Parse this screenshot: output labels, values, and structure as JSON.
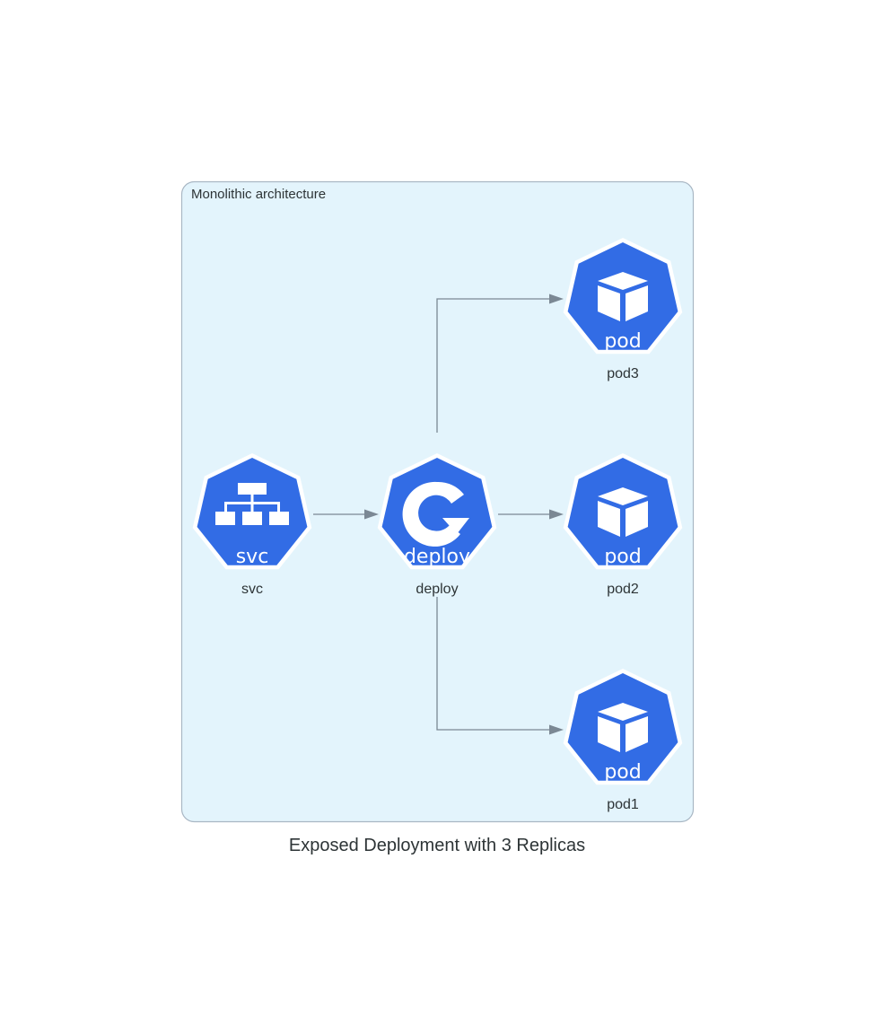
{
  "title": "Exposed Deployment with 3 Replicas",
  "cluster": {
    "label": "Monolithic architecture"
  },
  "nodes": {
    "svc": {
      "label": "svc",
      "icon_text": "svc",
      "icon": "service-network-icon"
    },
    "deploy": {
      "label": "deploy",
      "icon_text": "deploy",
      "icon": "deployment-rotate-icon"
    },
    "pod3": {
      "label": "pod3",
      "icon_text": "pod",
      "icon": "pod-cube-icon"
    },
    "pod2": {
      "label": "pod2",
      "icon_text": "pod",
      "icon": "pod-cube-icon"
    },
    "pod1": {
      "label": "pod1",
      "icon_text": "pod",
      "icon": "pod-cube-icon"
    }
  },
  "edges": [
    {
      "from": "svc",
      "to": "deploy"
    },
    {
      "from": "deploy",
      "to": "pod3"
    },
    {
      "from": "deploy",
      "to": "pod2"
    },
    {
      "from": "deploy",
      "to": "pod1"
    }
  ],
  "colors": {
    "cluster_fill": "#e3f4fc",
    "cluster_border": "#a9b7c4",
    "k8s_blue": "#326ce5",
    "edge": "#7b8894",
    "text": "#2d3436"
  }
}
